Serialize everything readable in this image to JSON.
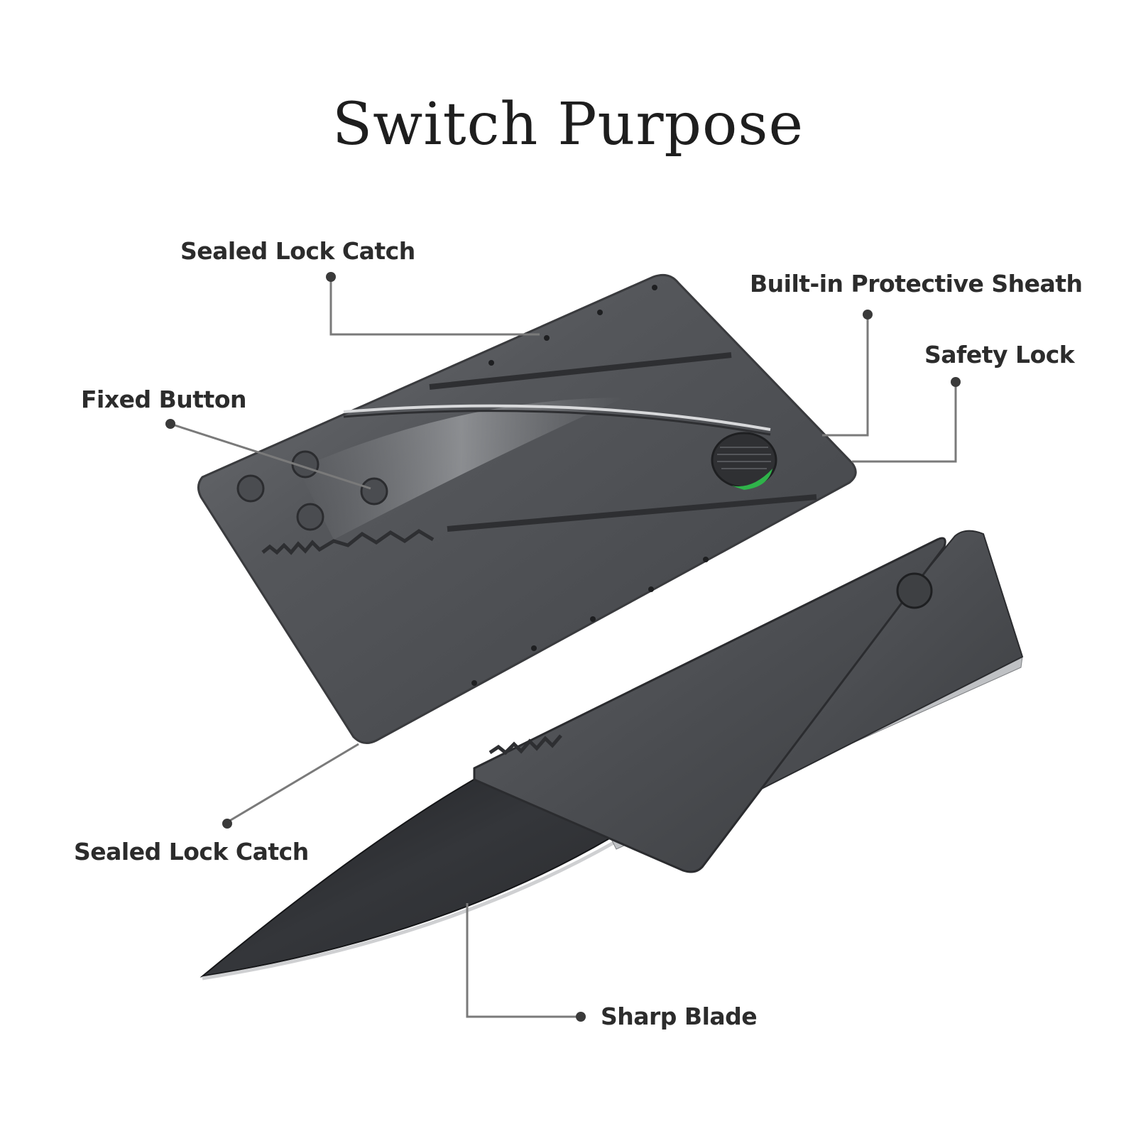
{
  "title": "Switch Purpose",
  "labels": {
    "sealed_lock_catch_top": "Sealed Lock Catch",
    "fixed_button": "Fixed Button",
    "built_in_sheath": "Built-in Protective Sheath",
    "safety_lock": "Safety Lock",
    "sealed_lock_catch_bottom": "Sealed Lock Catch",
    "sharp_blade": "Sharp Blade"
  },
  "colors": {
    "background": "#ffffff",
    "card_steel": "#5a5c60",
    "blade_dark": "#2a2b2e",
    "leader_line": "#7a7a7a",
    "lock_green": "#2fb34a"
  },
  "icons": {
    "callout_dot": "filled-circle"
  }
}
